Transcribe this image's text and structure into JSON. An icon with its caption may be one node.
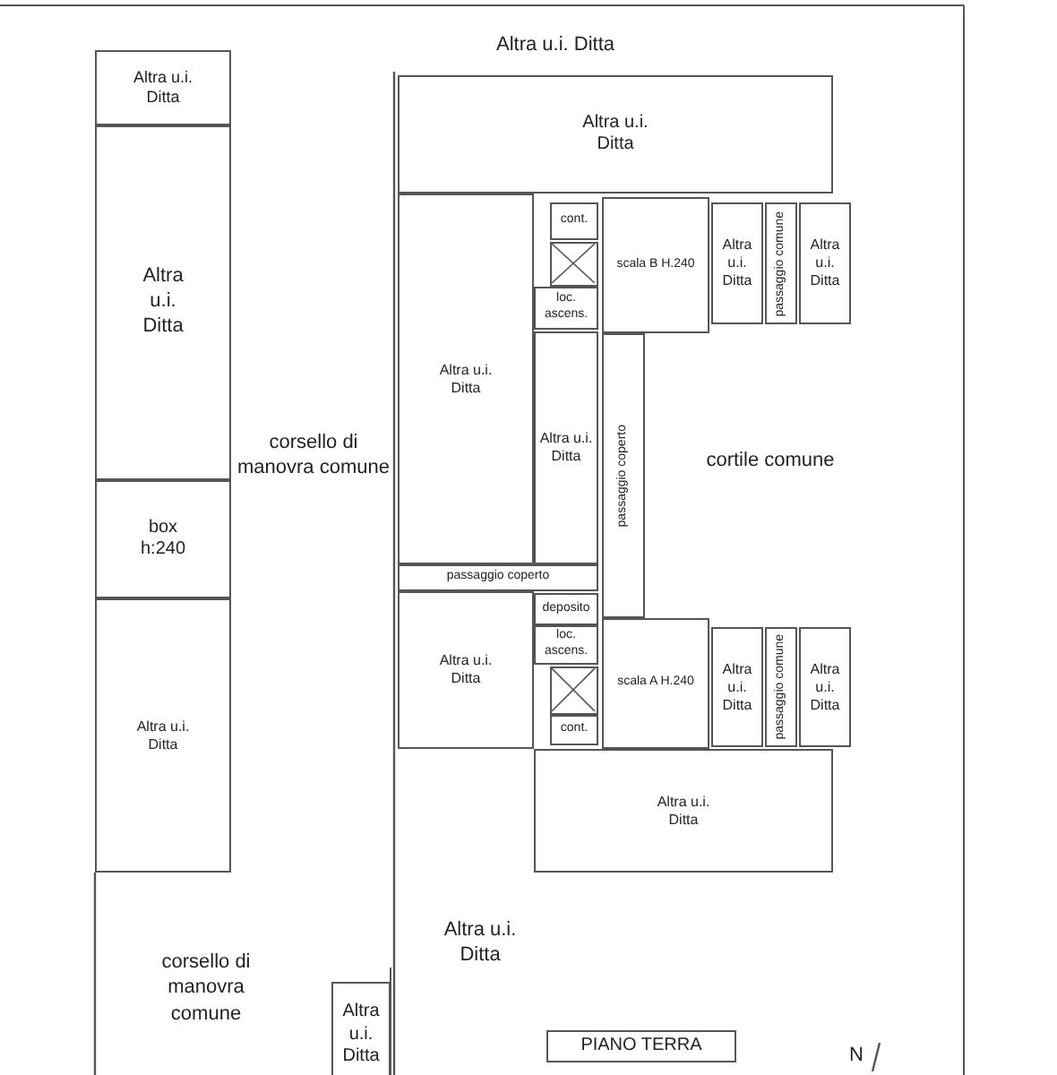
{
  "diagram": {
    "nodes": [
      {
        "text": [
          "Altra u.i. Ditta"
        ]
      },
      {
        "text": [
          "Altra u.i. Ditta"
        ]
      },
      {
        "text": [
          "box h:240"
        ]
      },
      {
        "text": [
          "Altra u.i. Ditta"
        ]
      },
      {
        "text": [
          "Altra u.i. Ditta"
        ]
      },
      {
        "text": [
          "Altra u.i. Ditta"
        ]
      },
      {
        "text": [
          "cont."
        ]
      },
      {
        "text": [
          "scala B H.240"
        ]
      },
      {
        "text": [],
        "shape": "box"
      },
      {
        "text": [
          "loc. ascens."
        ]
      },
      {
        "text": [
          "Altra u.i. Ditta"
        ]
      },
      {
        "text": [
          "passaggio coperto"
        ]
      },
      {
        "text": [
          "Altra u.i. Ditta"
        ]
      },
      {
        "text": [
          "passaggio comune"
        ]
      },
      {
        "text": [
          "Altra u.i. Ditta"
        ]
      },
      {
        "text": [
          "passaggio coperto"
        ]
      },
      {
        "text": [
          "deposito"
        ]
      },
      {
        "text": [
          "loc. ascens."
        ]
      },
      {
        "text": [],
        "shape": "box"
      },
      {
        "text": [
          "cont."
        ]
      },
      {
        "text": [
          "scala A H.240"
        ]
      },
      {
        "text": [
          "Altra u.i. Ditta"
        ]
      },
      {
        "text": [
          "passaggio comune"
        ]
      },
      {
        "text": [
          "Altra u.i. Ditta"
        ]
      },
      {
        "text": [
          "Altra u.i. Ditta"
        ]
      },
      {
        "text": [
          "Altra u.i. Ditta"
        ]
      },
      {
        "text": [
          "Altra u.i. Ditta"
        ]
      },
      {
        "text": [
          "PIANO TERRA"
        ]
      }
    ],
    "labels": [
      "Altra u.i. Ditta",
      "corsello di manovra comune",
      "cortile comune",
      "Altra u.i. Ditta",
      "corsello di manovra comune",
      "N"
    ]
  }
}
